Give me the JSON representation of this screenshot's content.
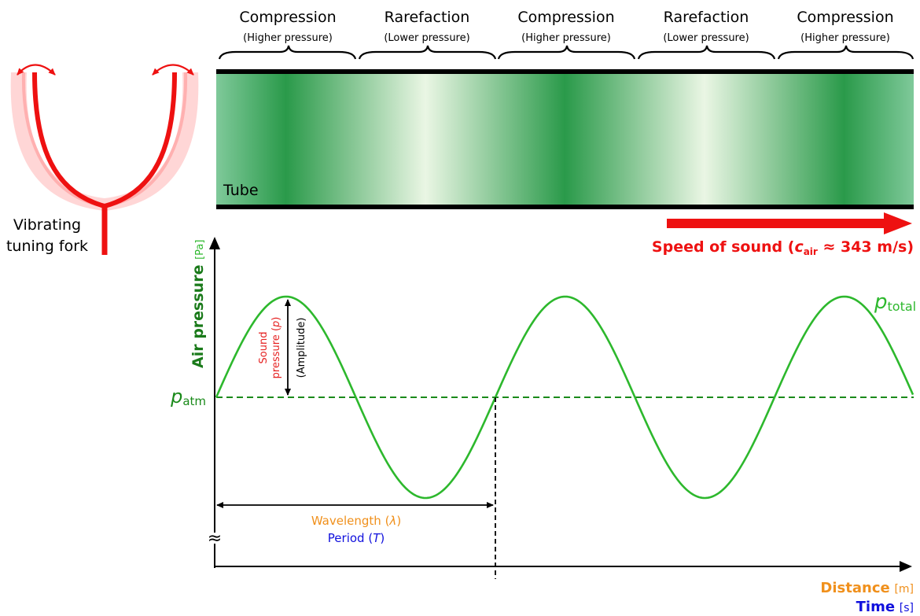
{
  "zones": [
    {
      "name": "Compression",
      "detail": "(Higher pressure)"
    },
    {
      "name": "Rarefaction",
      "detail": "(Lower pressure)"
    },
    {
      "name": "Compression",
      "detail": "(Higher pressure)"
    },
    {
      "name": "Rarefaction",
      "detail": "(Lower pressure)"
    },
    {
      "name": "Compression",
      "detail": "(Higher pressure)"
    }
  ],
  "tube_label": "Tube",
  "fork": {
    "line1": "Vibrating",
    "line2": "tuning fork"
  },
  "speed": {
    "prefix": "Speed of sound (",
    "var": "c",
    "sub": "air",
    "suffix": " ≈ 343 m/s)"
  },
  "y_axis": {
    "label": "Air pressure",
    "unit": "[Pa]"
  },
  "x_axis": {
    "distance_label": "Distance",
    "distance_unit": "[m]",
    "time_label": "Time",
    "time_unit": "[s]"
  },
  "curve_label": {
    "var": "p",
    "sub": "total"
  },
  "baseline_label": {
    "var": "p",
    "sub": "atm"
  },
  "sound_pressure": {
    "line1": "Sound",
    "line2": "pressure (",
    "var": "p",
    "close": ")",
    "amplitude": "(Amplitude)"
  },
  "wavelength": {
    "label": "Wavelength (",
    "var": "λ",
    "close": ")"
  },
  "period": {
    "label": "Period (",
    "var": "T",
    "close": ")"
  },
  "axis_break": "≈",
  "colors": {
    "wave": "#2db82d",
    "baseline": "#1a8a1a",
    "fork": "#ee1111",
    "axis_title": "#1a7a1a",
    "distance": "#f0901c",
    "time": "#1010dd",
    "sound_pressure": "#e52222",
    "tube_dark": "#2a9a4a",
    "tube_light": "#eaf6e4"
  }
}
